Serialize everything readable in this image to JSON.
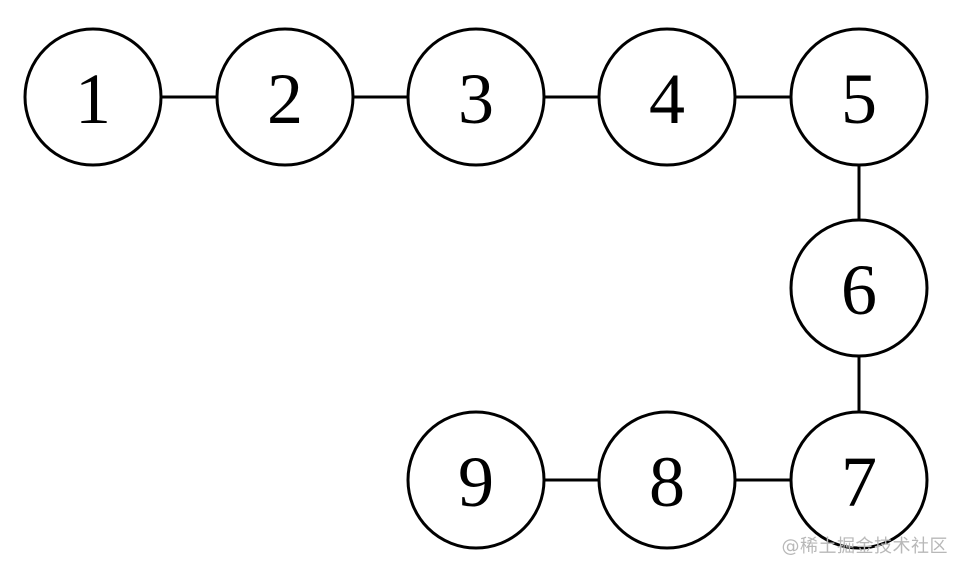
{
  "diagram": {
    "nodes": [
      {
        "id": "1",
        "label": "1"
      },
      {
        "id": "2",
        "label": "2"
      },
      {
        "id": "3",
        "label": "3"
      },
      {
        "id": "4",
        "label": "4"
      },
      {
        "id": "5",
        "label": "5"
      },
      {
        "id": "6",
        "label": "6"
      },
      {
        "id": "7",
        "label": "7"
      },
      {
        "id": "8",
        "label": "8"
      },
      {
        "id": "9",
        "label": "9"
      }
    ],
    "edges": [
      {
        "from": "1",
        "to": "2"
      },
      {
        "from": "2",
        "to": "3"
      },
      {
        "from": "3",
        "to": "4"
      },
      {
        "from": "4",
        "to": "5"
      },
      {
        "from": "5",
        "to": "6"
      },
      {
        "from": "6",
        "to": "7"
      },
      {
        "from": "7",
        "to": "8"
      },
      {
        "from": "8",
        "to": "9"
      }
    ]
  },
  "watermark": {
    "text": "@稀土掘金技术社区"
  },
  "colors": {
    "stroke": "#000000",
    "fill": "#ffffff",
    "watermark": "#b8b8b8"
  }
}
